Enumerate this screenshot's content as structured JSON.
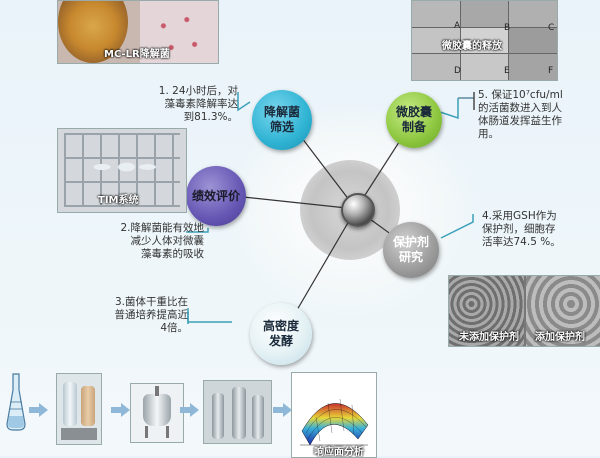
{
  "images": {
    "culture_caption": "MC-LR降解菌",
    "microcapsule_caption": "微胶囊的释放",
    "microcapsule_letters": [
      "A",
      "B",
      "C",
      "D",
      "E",
      "F"
    ],
    "tim_caption": "TIM系统",
    "protectant_left_caption": "未添加保护剂",
    "protectant_right_caption": "添加保护剂",
    "response_surface_caption": "响应面分析"
  },
  "nodes": {
    "screening": "降解菌\n筛选",
    "microcapsule": "微胶囊\n制备",
    "evaluation": "绩效评价",
    "protectant": "保护剂\n研究",
    "fermentation": "高密度\n发酵"
  },
  "notes": {
    "screening": "1. 24小时后，对\n藻毒素降解率达\n到81.3%。",
    "microcapsule": "5. 保证10⁷cfu/ml\n的活菌数进入到人\n体肠道发挥益生作\n用。",
    "evaluation": "2.降解菌能有效地\n减少人体对微囊\n藻毒素的吸收",
    "protectant": "4.采用GSH作为\n保护剂，细胞存\n活率达74.5 %。",
    "fermentation": "3.菌体干重比在\n普通培养提高近\n4倍。"
  },
  "colors": {
    "screening": "#2fb3d3",
    "microcapsule": "#8cc63f",
    "evaluation": "#5a4aa6",
    "protectant": "#9a9a9a",
    "fermentation": "#4fb8c8",
    "bracket": "#3aa0b8"
  }
}
